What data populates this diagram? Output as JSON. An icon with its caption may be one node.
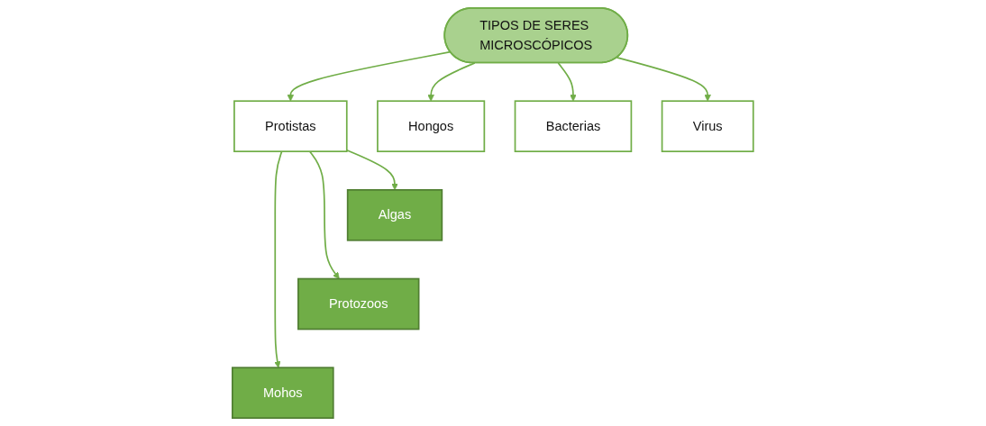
{
  "diagram": {
    "nodes": [
      {
        "text": [
          "TIPOS DE SERES MICROSCÓPICOS"
        ]
      },
      {
        "text": [
          "Protistas"
        ]
      },
      {
        "text": [
          "Hongos"
        ]
      },
      {
        "text": [
          "Bacterias"
        ]
      },
      {
        "text": [
          "Virus"
        ]
      },
      {
        "text": [
          "Algas"
        ]
      },
      {
        "text": [
          "Protozoos"
        ]
      },
      {
        "text": [
          "Mohos"
        ]
      }
    ],
    "edges": [
      {
        "from": 0,
        "to": 1,
        "arrow": "to"
      },
      {
        "from": 0,
        "to": 2,
        "arrow": "to"
      },
      {
        "from": 0,
        "to": 3,
        "arrow": "to"
      },
      {
        "from": 0,
        "to": 4,
        "arrow": "to"
      },
      {
        "from": 1,
        "to": 5,
        "arrow": "to"
      },
      {
        "from": 1,
        "to": 6,
        "arrow": "to"
      },
      {
        "from": 1,
        "to": 7,
        "arrow": "to"
      }
    ]
  }
}
